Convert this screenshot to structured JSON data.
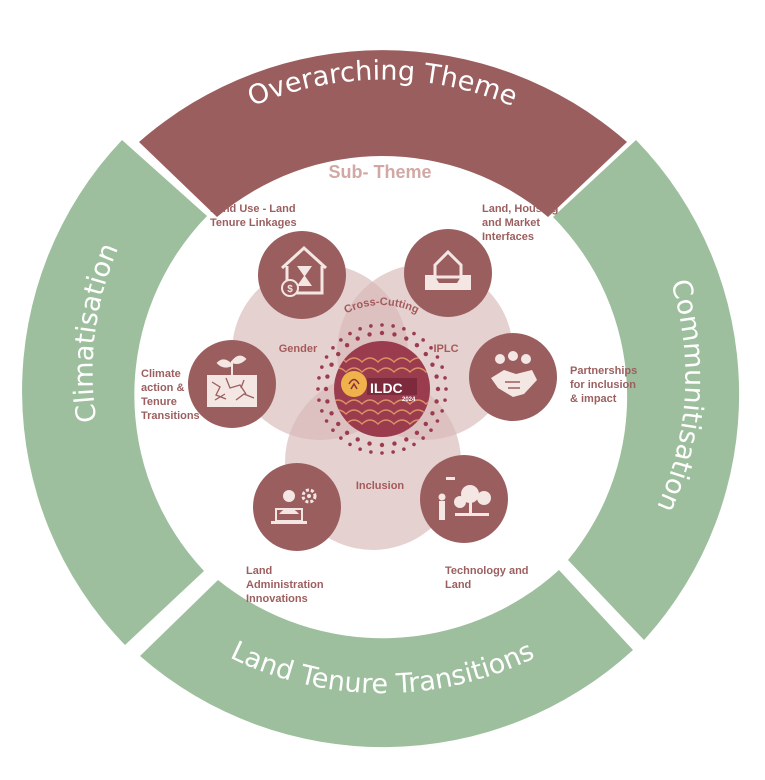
{
  "overarching_theme": "Overarching Theme",
  "outer_ring": {
    "left": "Climatisation",
    "right": "Communitisation",
    "bottom": "Land Tenure Transitions"
  },
  "sub_theme_title": "Sub- Theme",
  "cross_cutting": {
    "title": "Cross-Cutting",
    "gender": "Gender",
    "iplc": "IPLC",
    "inclusion": "Inclusion"
  },
  "sub_themes": [
    {
      "icon": "house-hourglass-coin-icon",
      "lines": [
        "Land Use - Land",
        "Tenure Linkages"
      ]
    },
    {
      "icon": "house-tray-icon",
      "lines": [
        "Land, Housing",
        "and Market",
        "Interfaces"
      ]
    },
    {
      "icon": "handshake-group-icon",
      "lines": [
        "Partnerships",
        "for inclusion",
        "& impact"
      ]
    },
    {
      "icon": "drone-trees-person-icon",
      "lines": [
        "Technology and",
        "Land"
      ]
    },
    {
      "icon": "person-laptop-gear-icon",
      "lines": [
        "Land",
        "Administration",
        "Innovations"
      ]
    },
    {
      "icon": "plant-cracked-soil-icon",
      "lines": [
        "Climate",
        "action &",
        "Tenure",
        "Transitions"
      ]
    }
  ],
  "logo": {
    "text": "ILDC",
    "year": "2024"
  },
  "colors": {
    "maroon": "#9b5e5e",
    "green": "#9dbf9e",
    "pink": "#d8b8b8",
    "label": "#9c5f5f"
  }
}
